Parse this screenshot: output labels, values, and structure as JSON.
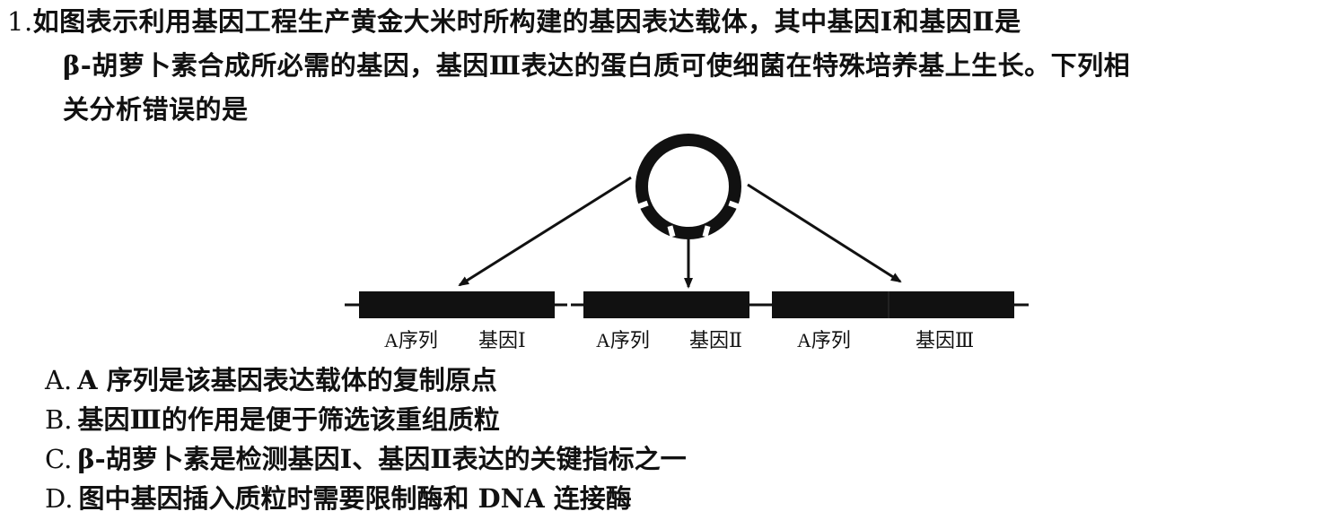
{
  "question": {
    "number": "1.",
    "stem_lines": [
      "如图表示利用基因工程生产黄金大米时所构建的基因表达载体，其中基因Ⅰ和基因Ⅱ是",
      "β-胡萝卜素合成所必需的基因，基因Ⅲ表达的蛋白质可使细菌在特殊培养基上生长。下列相",
      "关分析错误的是"
    ]
  },
  "figure": {
    "segments": [
      {
        "sequence_label": "A序列",
        "gene_label": "基因Ⅰ"
      },
      {
        "sequence_label": "A序列",
        "gene_label": "基因Ⅱ"
      },
      {
        "sequence_label": "A序列",
        "gene_label": "基因Ⅲ"
      }
    ]
  },
  "options": [
    {
      "letter": "A.",
      "text": "A 序列是该基因表达载体的复制原点"
    },
    {
      "letter": "B.",
      "text": "基因Ⅲ的作用是便于筛选该重组质粒"
    },
    {
      "letter": "C.",
      "text": "β-胡萝卜素是检测基因Ⅰ、基因Ⅱ表达的关键指标之一"
    },
    {
      "letter": "D.",
      "text": "图中基因插入质粒时需要限制酶和 DNA 连接酶"
    }
  ]
}
